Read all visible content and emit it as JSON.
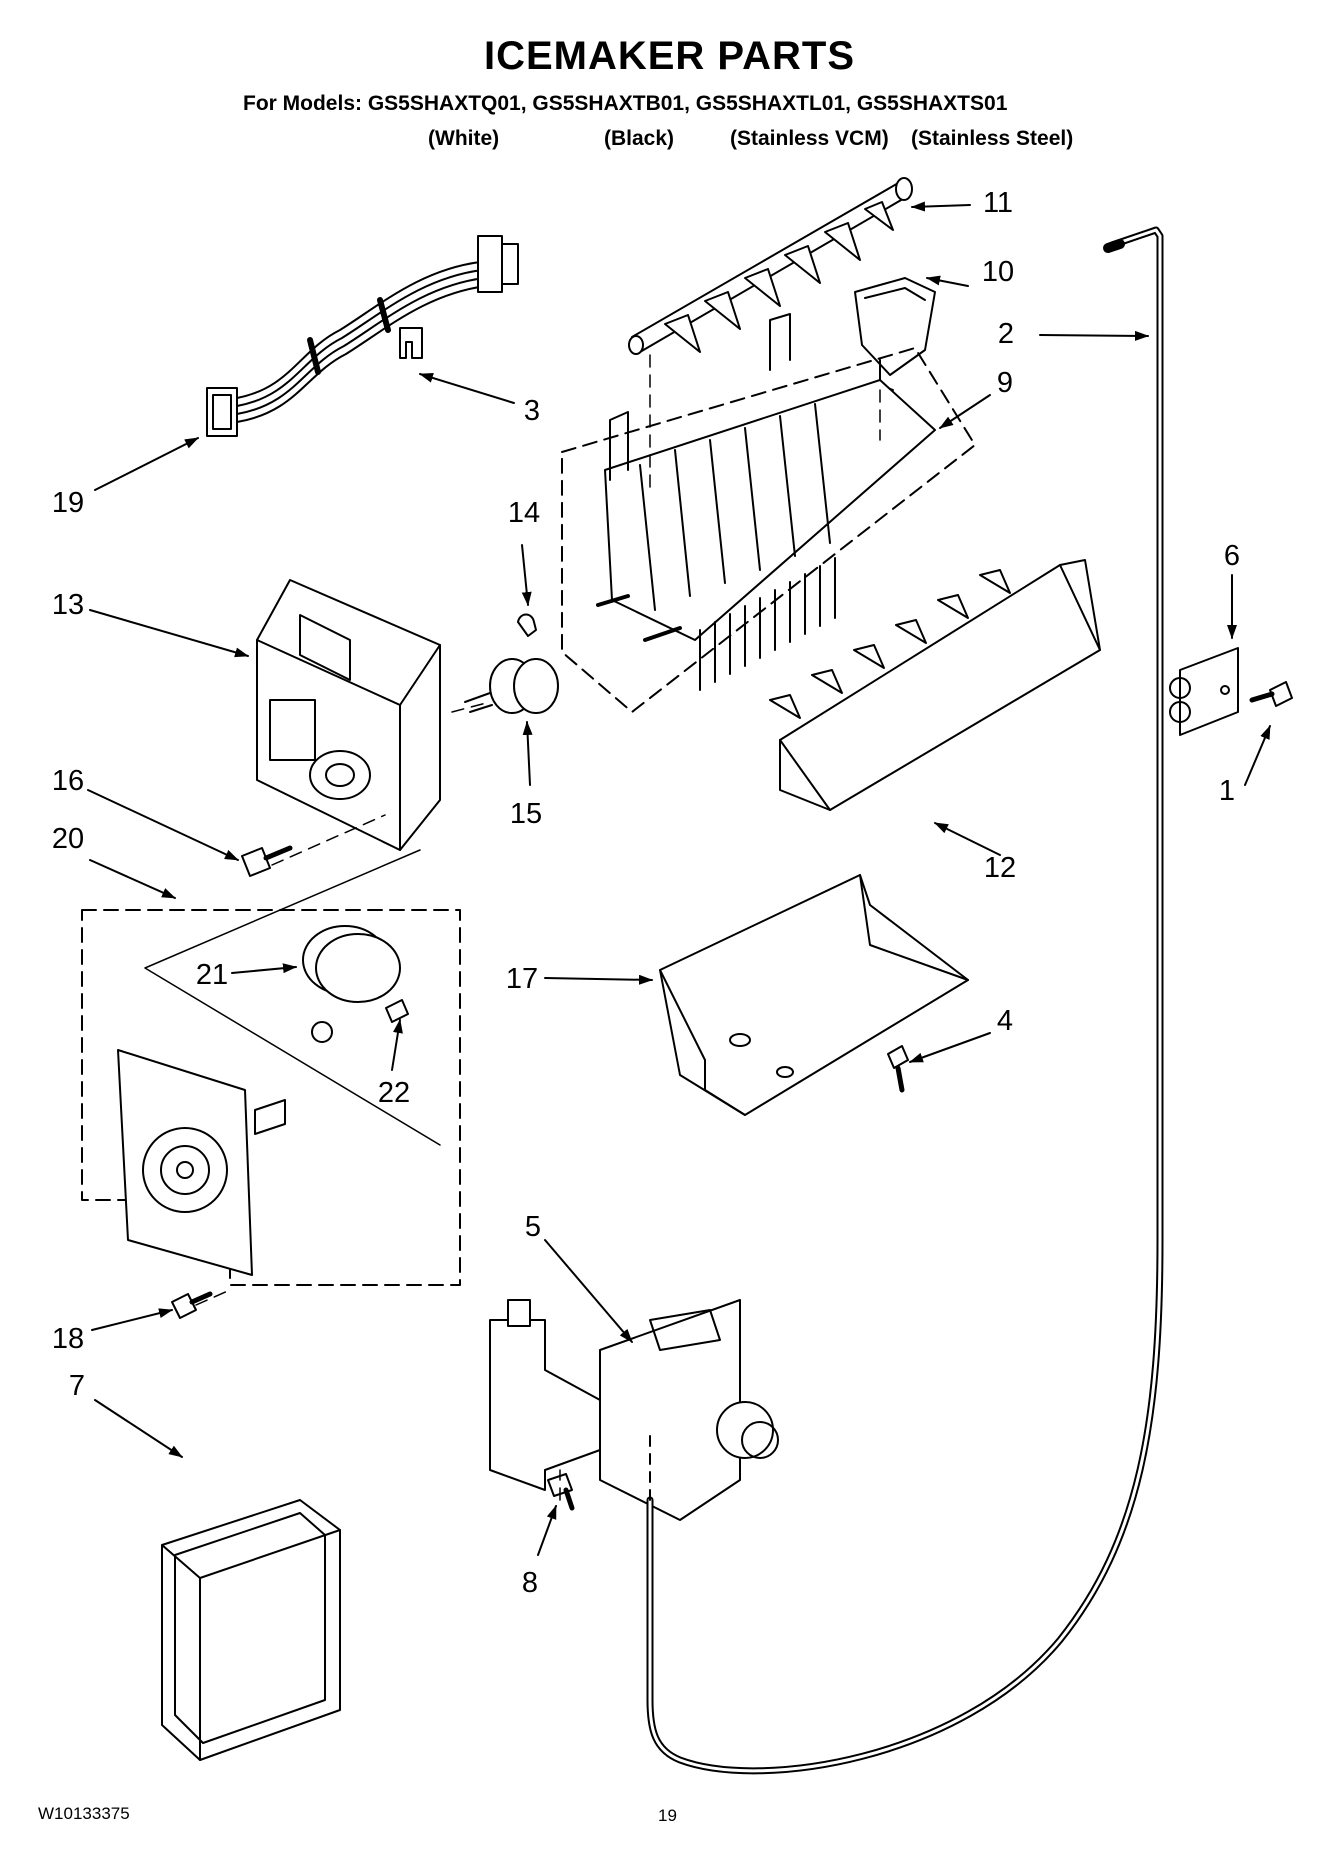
{
  "header": {
    "title": "ICEMAKER PARTS",
    "models_line": "For Models: GS5SHAXTQ01, GS5SHAXTB01, GS5SHAXTL01, GS5SHAXTS01",
    "variants": [
      "(White)",
      "(Black)",
      "(Stainless VCM)",
      "(Stainless Steel)"
    ]
  },
  "callouts": [
    "1",
    "2",
    "3",
    "4",
    "5",
    "6",
    "7",
    "8",
    "9",
    "10",
    "11",
    "12",
    "13",
    "14",
    "15",
    "16",
    "17",
    "18",
    "19",
    "20",
    "21",
    "22"
  ],
  "footer": {
    "doc_number": "W10133375",
    "page_number": "19"
  }
}
